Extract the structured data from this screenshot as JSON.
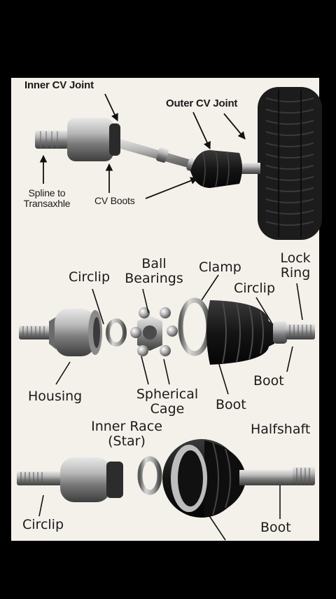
{
  "top_section": {
    "inner_cv_joint": "Inner CV Joint",
    "outer_cv_joint": "Outer CV Joint",
    "spline_line1": "Spline to",
    "spline_line2": "Transaxhle",
    "cv_boots": "CV Boots"
  },
  "middle_section": {
    "circlip_left": "Circlip",
    "ball_line1": "Ball",
    "ball_line2": "Bearings",
    "clamp": "Clamp",
    "lock_line1": "Lock",
    "lock_line2": "Ring",
    "circlip_right": "Circlip",
    "housing": "Housing",
    "spherical_line1": "Spherical",
    "spherical_line2": "Cage",
    "boot_center": "Boot",
    "boot_right": "Boot",
    "inner_race_line1": "Inner Race",
    "inner_race_line2": "(Star)",
    "halfshaft": "Halfshaft"
  },
  "bottom_section": {
    "circlip": "Circlip",
    "boot": "Boot"
  },
  "colors": {
    "background": "#000000",
    "panel": "#f4f1ea",
    "label_text": "#1a1a1a",
    "tire": "#1c1c1c",
    "boot_rubber": "#161616",
    "metal": "#9a9a9a"
  }
}
